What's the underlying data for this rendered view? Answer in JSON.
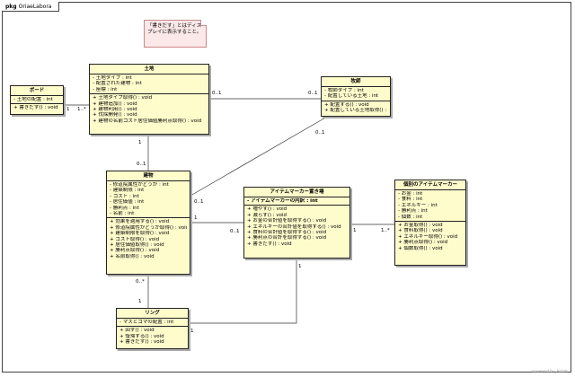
{
  "package": {
    "keyword": "pkg",
    "name": "OriaeLabora"
  },
  "note": {
    "text": "「書きだす」とはディスプレイに表示すること。"
  },
  "classes": {
    "board": {
      "title": "ボード",
      "attributes": [
        "- 土地の配置 : int"
      ],
      "methods": [
        "+ 書きだす() : void"
      ]
    },
    "land": {
      "title": "土地",
      "attributes": [
        "- 土地タイプ : int",
        "- 配置された建物 : int",
        "- 座標 : int"
      ],
      "methods": [
        "+ 土地タイプ取得() : void",
        "+ 建物追加() : void",
        "+ 建物利用() : void",
        "+ 伐採開発() : void",
        "+ 建物の名前コスト居住価値勝利点取得() : void"
      ]
    },
    "cleric": {
      "title": "牧師",
      "attributes": [
        "- 牧師タイプ : int",
        "- 配置している土地 : int"
      ],
      "methods": [
        "+ 配置する() : void",
        "+ 配置している土地取得() : void"
      ]
    },
    "building": {
      "title": "建物",
      "attributes": [
        "- 修道院属性かどうか : int",
        "- 建築制限 : int",
        "- コスト : int",
        "- 居住価値 : int",
        "- 勝利点 : int",
        "- 名前 : int"
      ],
      "methods": [
        "+ 効果を適用する() : void",
        "+ 修道院属性かどうか取得() : void",
        "+ 建築制限を取得() : void",
        "+ コスト取得() : void",
        "+ 居住価値取得() : void",
        "+ 勝利点取得() : void",
        "+ 名前取得() : void"
      ]
    },
    "marker_area": {
      "title": "アイテムマーカー置き場",
      "attributes": [
        "- アイテムマーカーの内訳 : int"
      ],
      "methods": [
        "+ 増やす() : void",
        "+ 減らす() : void",
        "+ お金の合計値を取得する() : void",
        "+ エネルギーの合計値を取得する() : void",
        "+ 食料の合計値を取得する() : void",
        "+ 勝利点の合計を取得する() : void",
        "+ 書きだす() : void"
      ]
    },
    "item_marker": {
      "title": "個別のアイテムマーカー",
      "attributes": [
        "- お金 : int",
        "- 食料 : int",
        "- エネルギー : int",
        "- 勝利点 : int",
        "- 個数 : int"
      ],
      "methods": [
        "+ お金取得() : void",
        "+ 食料取得() : void",
        "+ エネルギー取得() : void",
        "+ 勝利点取得() : void",
        "+ 個数取得() : void"
      ]
    },
    "ring": {
      "title": "リング",
      "attributes": [
        "- マスとコマの配置 : int"
      ],
      "methods": [
        "+ 回す() : void",
        "+ 復帰する() : void",
        "+ 書きだす() : void"
      ]
    }
  },
  "multiplicities": {
    "board_land_a": "1",
    "board_land_b": "1..*",
    "land_cleric_a": "0..1",
    "land_cleric_b": "0..1",
    "land_building_a": "1",
    "land_building_b": "0..1",
    "cleric_building_a": "0..1",
    "cleric_building_b": "0..1",
    "building_marker_a": "0..1",
    "building_marker_b": "1",
    "marker_item_a": "1",
    "marker_item_b": "1..*",
    "building_ring_a": "0..*",
    "building_ring_b": "1",
    "marker_ring_a": "1",
    "marker_ring_b": "1"
  },
  "footer": "powered by Astah"
}
